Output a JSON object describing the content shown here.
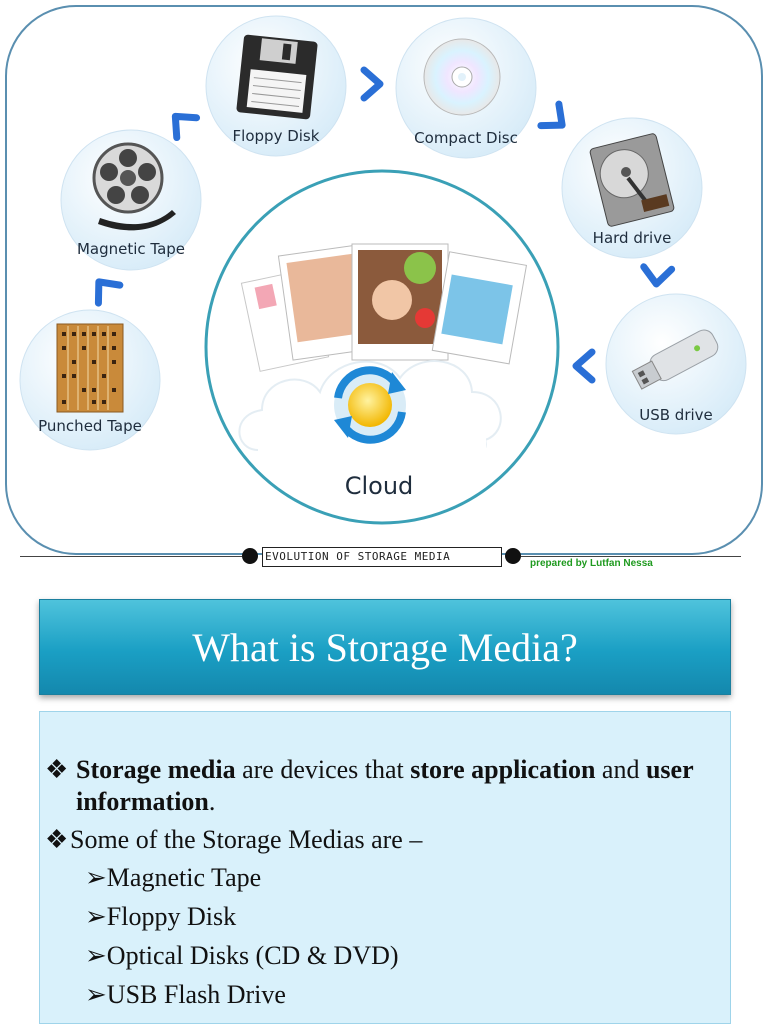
{
  "diagram": {
    "nodes": [
      {
        "id": "punched-tape",
        "label": "Punched Tape",
        "icon": "punched-tape-icon"
      },
      {
        "id": "magnetic-tape",
        "label": "Magnetic Tape",
        "icon": "film-reel-icon"
      },
      {
        "id": "floppy-disk",
        "label": "Floppy Disk",
        "icon": "floppy-disk-icon"
      },
      {
        "id": "compact-disc",
        "label": "Compact Disc",
        "icon": "cd-icon"
      },
      {
        "id": "hard-drive",
        "label": "Hard drive",
        "icon": "hard-drive-icon"
      },
      {
        "id": "usb-drive",
        "label": "USB drive",
        "icon": "usb-drive-icon"
      }
    ],
    "center": {
      "id": "cloud",
      "label": "Cloud",
      "icon": "cloud-sync-icon"
    },
    "colors": {
      "circle_fill": "#e2f1fa",
      "arrow": "#2a6fd6",
      "frame": "#5a8fb0",
      "center_ring": "#3aa0b6"
    }
  },
  "footer": {
    "title": "EVOLUTION OF STORAGE MEDIA",
    "credit": "prepared by Lutfan Nessa"
  },
  "banner": {
    "title": "What is Storage Media?"
  },
  "content": {
    "p1": {
      "bullet": "❖",
      "b1": "Storage media",
      "t1": " are devices that ",
      "b2": "store application",
      "t2": " and ",
      "b3": "user information",
      "t3": "."
    },
    "p2": {
      "bullet": "❖",
      "text": " Some of the Storage Medias are –"
    },
    "items": [
      {
        "marker": "➢",
        "text": "Magnetic Tape"
      },
      {
        "marker": "➢",
        "text": "Floppy Disk"
      },
      {
        "marker": "➢",
        "text": "Optical Disks (CD & DVD)"
      },
      {
        "marker": "➢",
        "text": "USB Flash Drive"
      }
    ]
  }
}
